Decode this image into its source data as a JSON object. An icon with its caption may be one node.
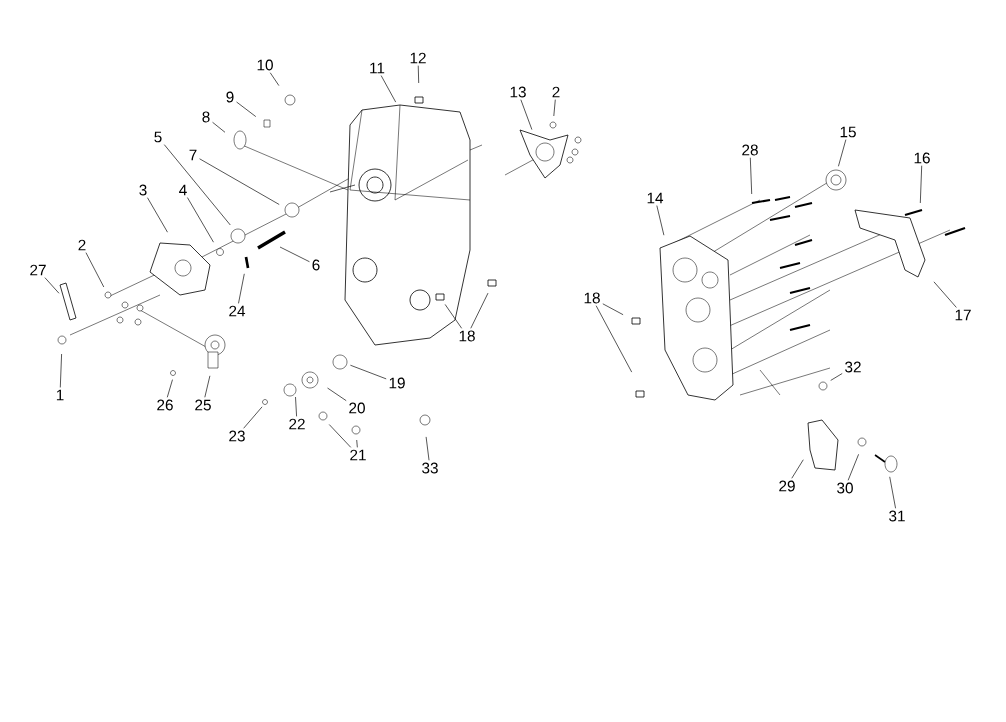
{
  "diagram": {
    "nodes": [
      {
        "text": [
          "1"
        ]
      },
      {
        "text": [
          "2"
        ]
      },
      {
        "text": [
          "3"
        ]
      },
      {
        "text": [
          "4"
        ]
      },
      {
        "text": [
          "5"
        ]
      },
      {
        "text": [
          "6"
        ]
      },
      {
        "text": [
          "7"
        ]
      },
      {
        "text": [
          "8"
        ]
      },
      {
        "text": [
          "9"
        ]
      },
      {
        "text": [
          "10"
        ]
      },
      {
        "text": [
          "11"
        ]
      },
      {
        "text": [
          "12"
        ]
      },
      {
        "text": [
          "13"
        ]
      },
      {
        "text": [
          "2"
        ]
      },
      {
        "text": [
          "14"
        ]
      },
      {
        "text": [
          "15"
        ]
      },
      {
        "text": [
          "16"
        ]
      },
      {
        "text": [
          "17"
        ]
      },
      {
        "text": [
          "18"
        ]
      },
      {
        "text": [
          "18"
        ]
      },
      {
        "text": [
          "19"
        ]
      },
      {
        "text": [
          "20"
        ]
      },
      {
        "text": [
          "21"
        ]
      },
      {
        "text": [
          "22"
        ]
      },
      {
        "text": [
          "23"
        ]
      },
      {
        "text": [
          "24"
        ]
      },
      {
        "text": [
          "25"
        ]
      },
      {
        "text": [
          "26"
        ]
      },
      {
        "text": [
          "27"
        ]
      },
      {
        "text": [
          "28"
        ]
      },
      {
        "text": [
          "29"
        ]
      },
      {
        "text": [
          "30"
        ]
      },
      {
        "text": [
          "31"
        ]
      },
      {
        "text": [
          "32"
        ]
      },
      {
        "text": [
          "33"
        ]
      }
    ],
    "edges": [
      {
        "from": 0,
        "to": null,
        "arrow": "none"
      },
      {
        "from": 1,
        "to": null,
        "arrow": "none"
      },
      {
        "from": 2,
        "to": null,
        "arrow": "none"
      },
      {
        "from": 3,
        "to": null,
        "arrow": "none"
      },
      {
        "from": 4,
        "to": null,
        "arrow": "none"
      },
      {
        "from": 5,
        "to": null,
        "arrow": "none"
      },
      {
        "from": 6,
        "to": null,
        "arrow": "none"
      },
      {
        "from": 7,
        "to": null,
        "arrow": "none"
      },
      {
        "from": 8,
        "to": null,
        "arrow": "none"
      },
      {
        "from": 9,
        "to": null,
        "arrow": "none"
      },
      {
        "from": 10,
        "to": null,
        "arrow": "none"
      },
      {
        "from": 11,
        "to": null,
        "arrow": "none"
      },
      {
        "from": 12,
        "to": null,
        "arrow": "none"
      },
      {
        "from": 13,
        "to": null,
        "arrow": "none"
      },
      {
        "from": 14,
        "to": null,
        "arrow": "none"
      },
      {
        "from": 15,
        "to": null,
        "arrow": "none"
      },
      {
        "from": 16,
        "to": null,
        "arrow": "none"
      },
      {
        "from": 17,
        "to": null,
        "arrow": "none"
      },
      {
        "from": 18,
        "to": null,
        "arrow": "none"
      },
      {
        "from": 18,
        "to": null,
        "arrow": "none"
      },
      {
        "from": 19,
        "to": null,
        "arrow": "none"
      },
      {
        "from": 19,
        "to": null,
        "arrow": "none"
      },
      {
        "from": 20,
        "to": null,
        "arrow": "none"
      },
      {
        "from": 21,
        "to": null,
        "arrow": "none"
      },
      {
        "from": 22,
        "to": null,
        "arrow": "none"
      },
      {
        "from": 22,
        "to": null,
        "arrow": "none"
      },
      {
        "from": 23,
        "to": null,
        "arrow": "none"
      },
      {
        "from": 24,
        "to": null,
        "arrow": "none"
      },
      {
        "from": 25,
        "to": null,
        "arrow": "none"
      },
      {
        "from": 26,
        "to": null,
        "arrow": "none"
      },
      {
        "from": 27,
        "to": null,
        "arrow": "none"
      },
      {
        "from": 28,
        "to": null,
        "arrow": "none"
      },
      {
        "from": 29,
        "to": null,
        "arrow": "none"
      },
      {
        "from": 30,
        "to": null,
        "arrow": "none"
      },
      {
        "from": 31,
        "to": null,
        "arrow": "none"
      },
      {
        "from": 32,
        "to": null,
        "arrow": "none"
      },
      {
        "from": 33,
        "to": null,
        "arrow": "none"
      },
      {
        "from": 34,
        "to": null,
        "arrow": "none"
      }
    ]
  }
}
